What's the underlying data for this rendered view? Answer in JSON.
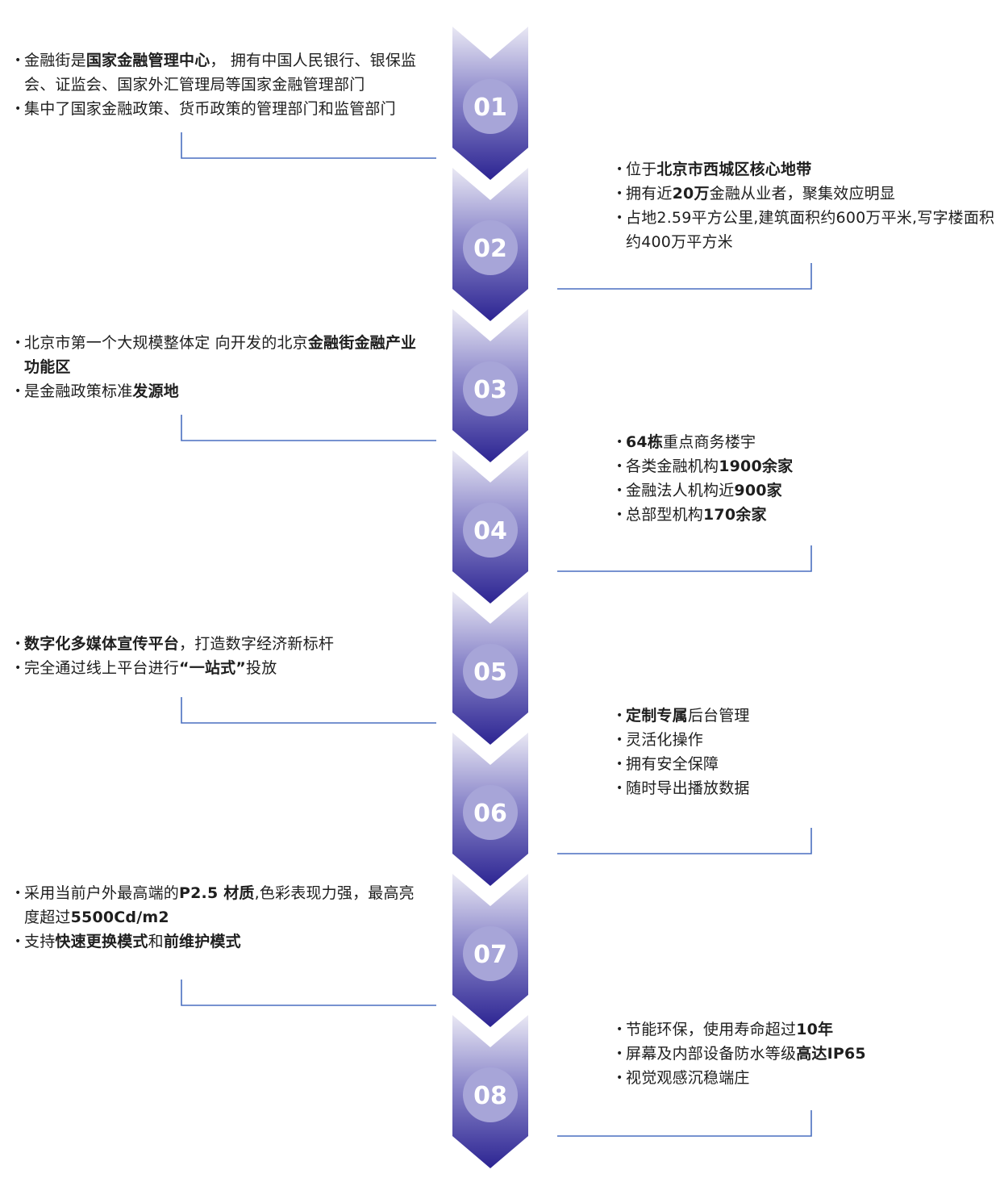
{
  "colors": {
    "chevron_top": "#e9e8f4",
    "chevron_bottom": "#2c2492",
    "circle": "#a7a5d8",
    "connector": "#4a6fc0"
  },
  "steps": [
    {
      "number": "01",
      "side": "left",
      "items": [
        [
          {
            "t": "金融街是"
          },
          {
            "t": "国家金融管理中心",
            "b": true
          },
          {
            "t": "， 拥有中国人民银行、银保监会、证监会、国家外汇管理局等国家金融管理部门"
          }
        ],
        [
          {
            "t": "集中了国家金融政策、货币政策的管理部门和监管部门"
          }
        ]
      ]
    },
    {
      "number": "02",
      "side": "right",
      "items": [
        [
          {
            "t": "位于"
          },
          {
            "t": "北京市西城区核心地带",
            "b": true
          }
        ],
        [
          {
            "t": "拥有近"
          },
          {
            "t": "20万",
            "b": true
          },
          {
            "t": "金融从业者，聚集效应明显"
          }
        ],
        [
          {
            "t": "占地2.59平方公里,建筑面积约600万平米,写字楼面积约400万平方米"
          }
        ]
      ]
    },
    {
      "number": "03",
      "side": "left",
      "items": [
        [
          {
            "t": "北京市第一个大规模整体定 向开发的北京"
          },
          {
            "t": "金融街金融产业功能区",
            "b": true
          }
        ],
        [
          {
            "t": "是金融政策标准"
          },
          {
            "t": "发源地",
            "b": true
          }
        ]
      ]
    },
    {
      "number": "04",
      "side": "right",
      "items": [
        [
          {
            "t": "64栋",
            "b": true
          },
          {
            "t": "重点商务楼宇"
          }
        ],
        [
          {
            "t": "各类金融机构"
          },
          {
            "t": "1900余家",
            "b": true
          }
        ],
        [
          {
            "t": "金融法人机构近"
          },
          {
            "t": "900家",
            "b": true
          }
        ],
        [
          {
            "t": "总部型机构"
          },
          {
            "t": "170余家",
            "b": true
          }
        ]
      ]
    },
    {
      "number": "05",
      "side": "left",
      "items": [
        [
          {
            "t": "数字化多媒体宣传平台",
            "b": true
          },
          {
            "t": "，打造数字经济新标杆"
          }
        ],
        [
          {
            "t": "完全通过线上平台进行"
          },
          {
            "t": "“一站式”",
            "b": true
          },
          {
            "t": "投放"
          }
        ]
      ]
    },
    {
      "number": "06",
      "side": "right",
      "items": [
        [
          {
            "t": "定制专属",
            "b": true
          },
          {
            "t": "后台管理"
          }
        ],
        [
          {
            "t": "灵活化操作"
          }
        ],
        [
          {
            "t": "拥有安全保障"
          }
        ],
        [
          {
            "t": "随时导出播放数据"
          }
        ]
      ]
    },
    {
      "number": "07",
      "side": "left",
      "items": [
        [
          {
            "t": "采用当前户外最高端的"
          },
          {
            "t": "P2.5 材质",
            "b": true
          },
          {
            "t": ",色彩表现力强，最高亮度超过"
          },
          {
            "t": "5500Cd/m2",
            "b": true
          }
        ],
        [
          {
            "t": "支持"
          },
          {
            "t": "快速更换模式",
            "b": true
          },
          {
            "t": "和"
          },
          {
            "t": "前维护模式",
            "b": true
          }
        ]
      ]
    },
    {
      "number": "08",
      "side": "right",
      "items": [
        [
          {
            "t": "节能环保，使用寿命超过"
          },
          {
            "t": "10年",
            "b": true
          }
        ],
        [
          {
            "t": "屏幕及内部设备防水等级"
          },
          {
            "t": "高达IP65",
            "b": true
          }
        ],
        [
          {
            "t": "视觉观感沉稳端庄"
          }
        ]
      ]
    }
  ]
}
